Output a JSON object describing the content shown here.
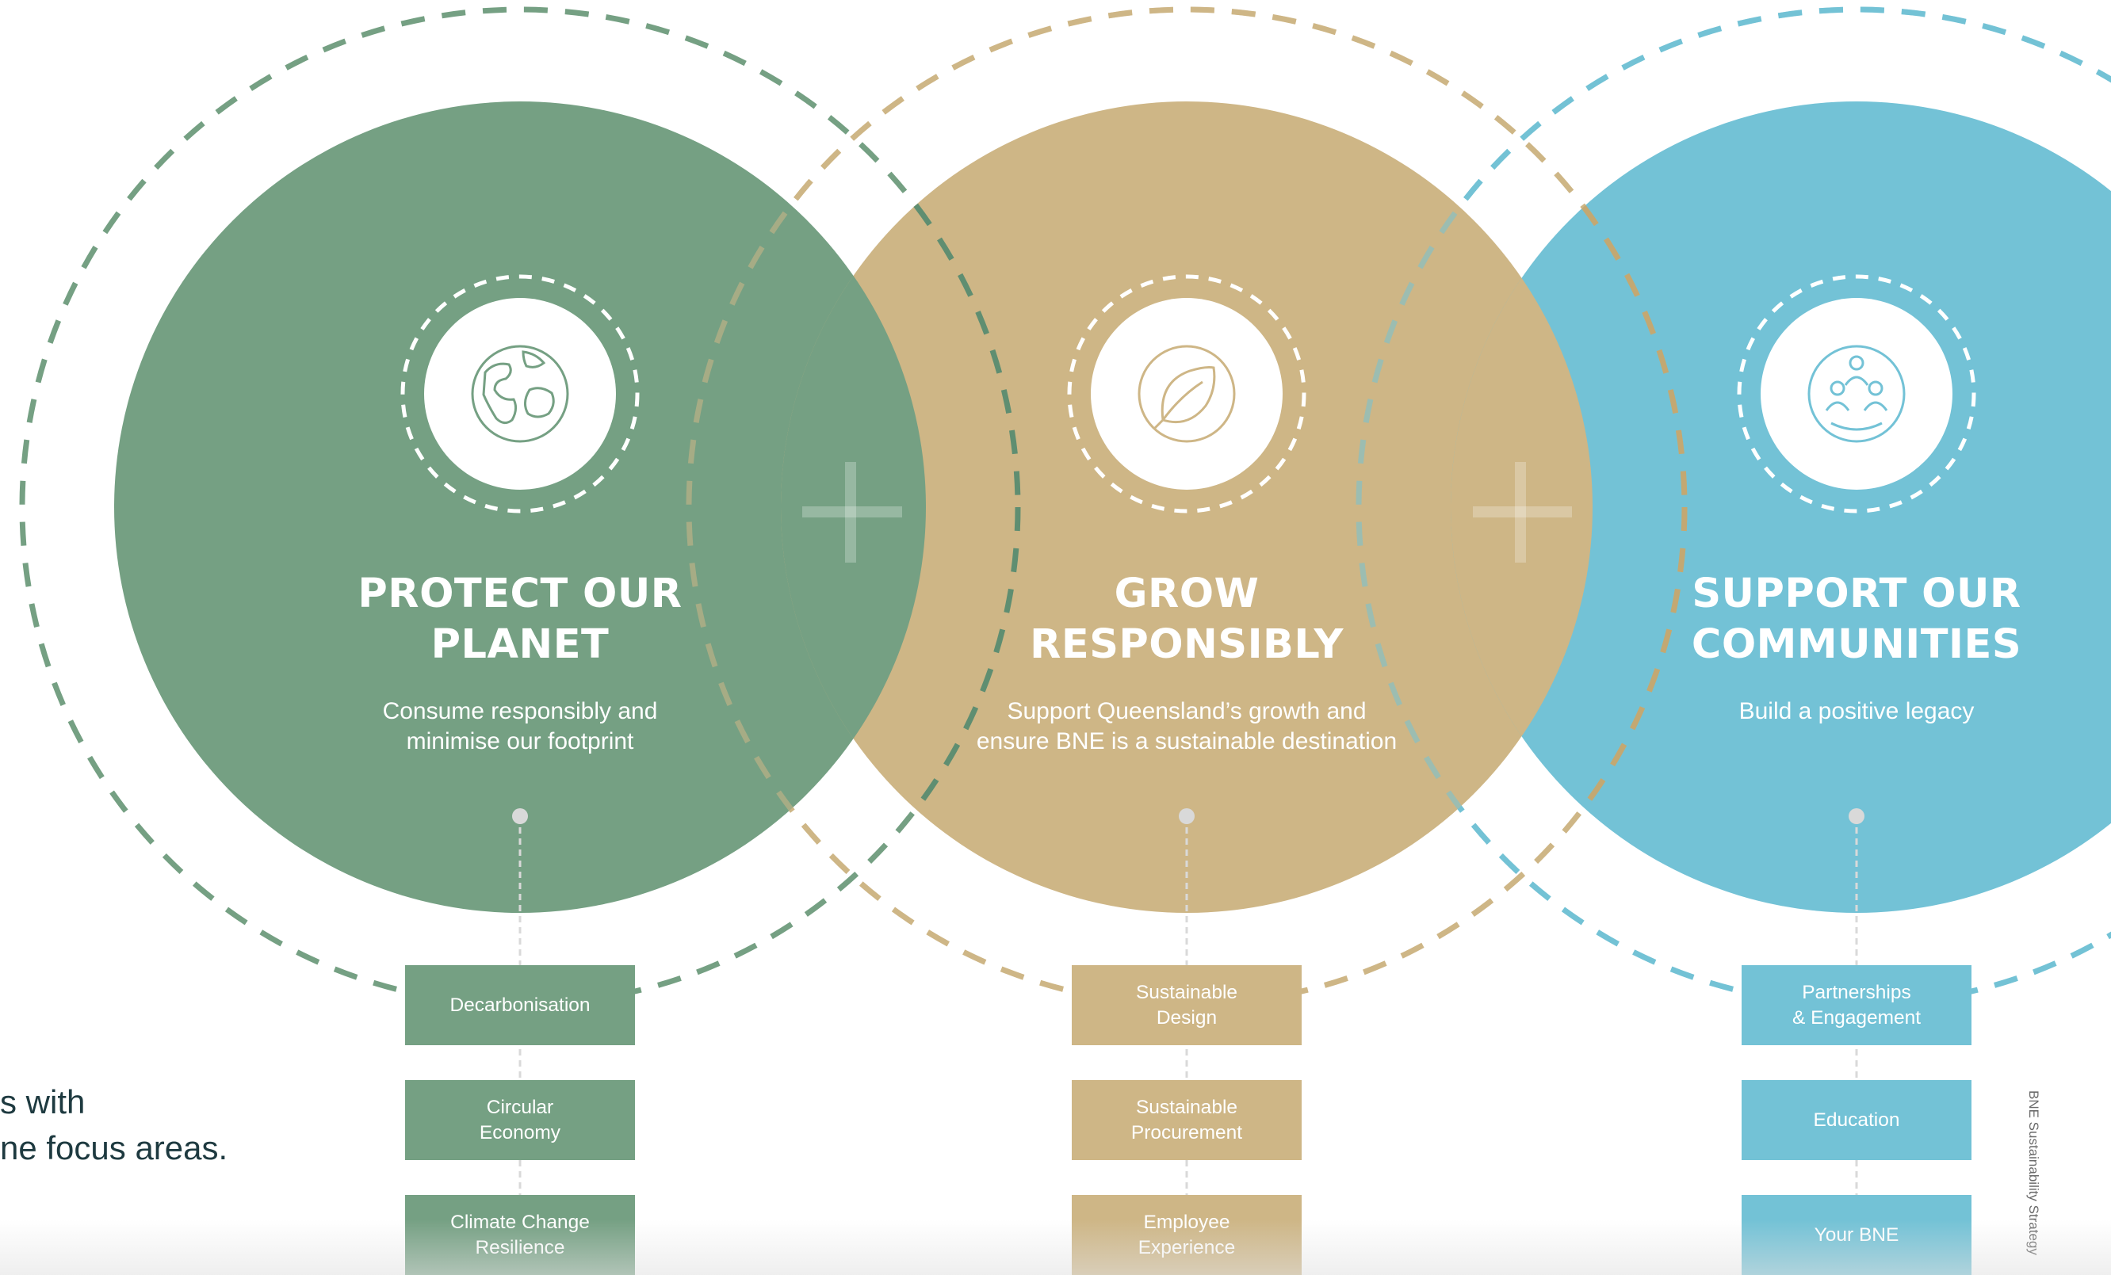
{
  "intro": {
    "line1": "s with",
    "line2": "ne focus areas."
  },
  "side_label": "BNE Sustainability Strategy",
  "colors": {
    "green": "#75a083",
    "gold": "#ceb686",
    "blue": "#73c2d6",
    "white": "#ffffff"
  },
  "pillars": [
    {
      "icon": "globe-icon",
      "title_line1": "PROTECT OUR",
      "title_line2": "PLANET",
      "sub_line1": "Consume responsibly and",
      "sub_line2": "minimise our footprint",
      "focus": [
        {
          "line1": "Decarbonisation",
          "line2": ""
        },
        {
          "line1": "Circular",
          "line2": "Economy"
        },
        {
          "line1": "Climate Change",
          "line2": "Resilience"
        }
      ]
    },
    {
      "icon": "leaf-icon",
      "title_line1": "GROW",
      "title_line2": "RESPONSIBLY",
      "sub_line1": "Support Queensland’s growth and",
      "sub_line2": "ensure BNE is a sustainable destination",
      "focus": [
        {
          "line1": "Sustainable",
          "line2": "Design"
        },
        {
          "line1": "Sustainable",
          "line2": "Procurement"
        },
        {
          "line1": "Employee",
          "line2": "Experience"
        }
      ]
    },
    {
      "icon": "community-icon",
      "title_line1": "SUPPORT OUR",
      "title_line2": "COMMUNITIES",
      "sub_line1": "Build a positive legacy",
      "sub_line2": "",
      "focus": [
        {
          "line1": "Partnerships",
          "line2": "& Engagement"
        },
        {
          "line1": "Education",
          "line2": ""
        },
        {
          "line1": "Your BNE",
          "line2": ""
        }
      ]
    }
  ]
}
